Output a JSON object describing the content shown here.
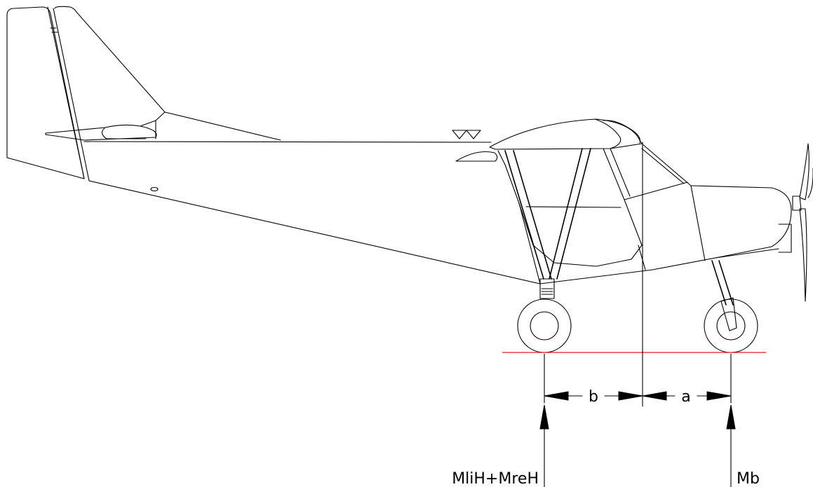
{
  "diagram": {
    "dimension_labels": {
      "b": "b",
      "a": "a"
    },
    "load_labels": {
      "main": "MliH+MreH",
      "nose": "Mb"
    },
    "colors": {
      "outline": "#000000",
      "ground_line": "#e51c23",
      "background": "#ffffff"
    }
  }
}
